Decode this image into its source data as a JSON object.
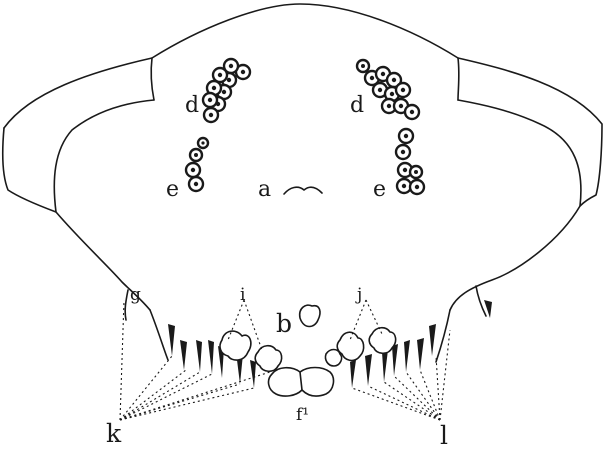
{
  "labels": {
    "a": "a",
    "b": "b",
    "d_left": "d",
    "d_right": "d",
    "e_left": "e",
    "e_right": "e",
    "f1": "f¹",
    "g": "g",
    "i": "i",
    "j": "j",
    "k": "k",
    "l": "l"
  }
}
